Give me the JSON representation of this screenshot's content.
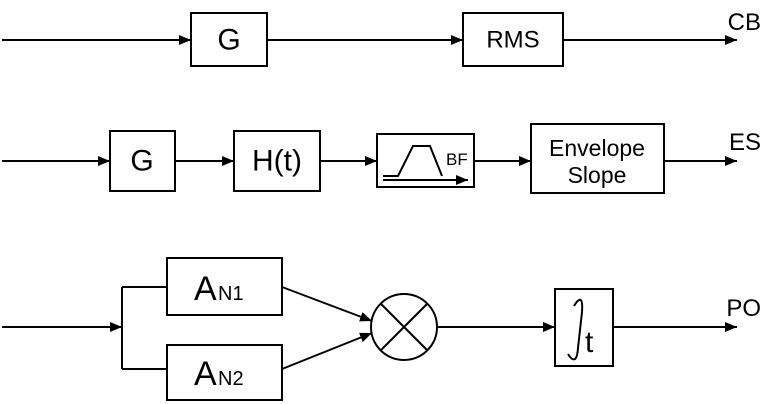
{
  "row1": {
    "gain_label": "G",
    "rms_label": "RMS",
    "output_label": "CB"
  },
  "row2": {
    "gain_label": "G",
    "window_label": "H(t)",
    "filter_label": "BF",
    "envelope_label_line1": "Envelope",
    "envelope_label_line2": "Slope",
    "output_label": "ES"
  },
  "row3": {
    "a1_main": "A",
    "a1_sub": "N1",
    "a2_main": "A",
    "a2_sub": "N2",
    "integrator_label": "t",
    "output_label": "PO"
  }
}
